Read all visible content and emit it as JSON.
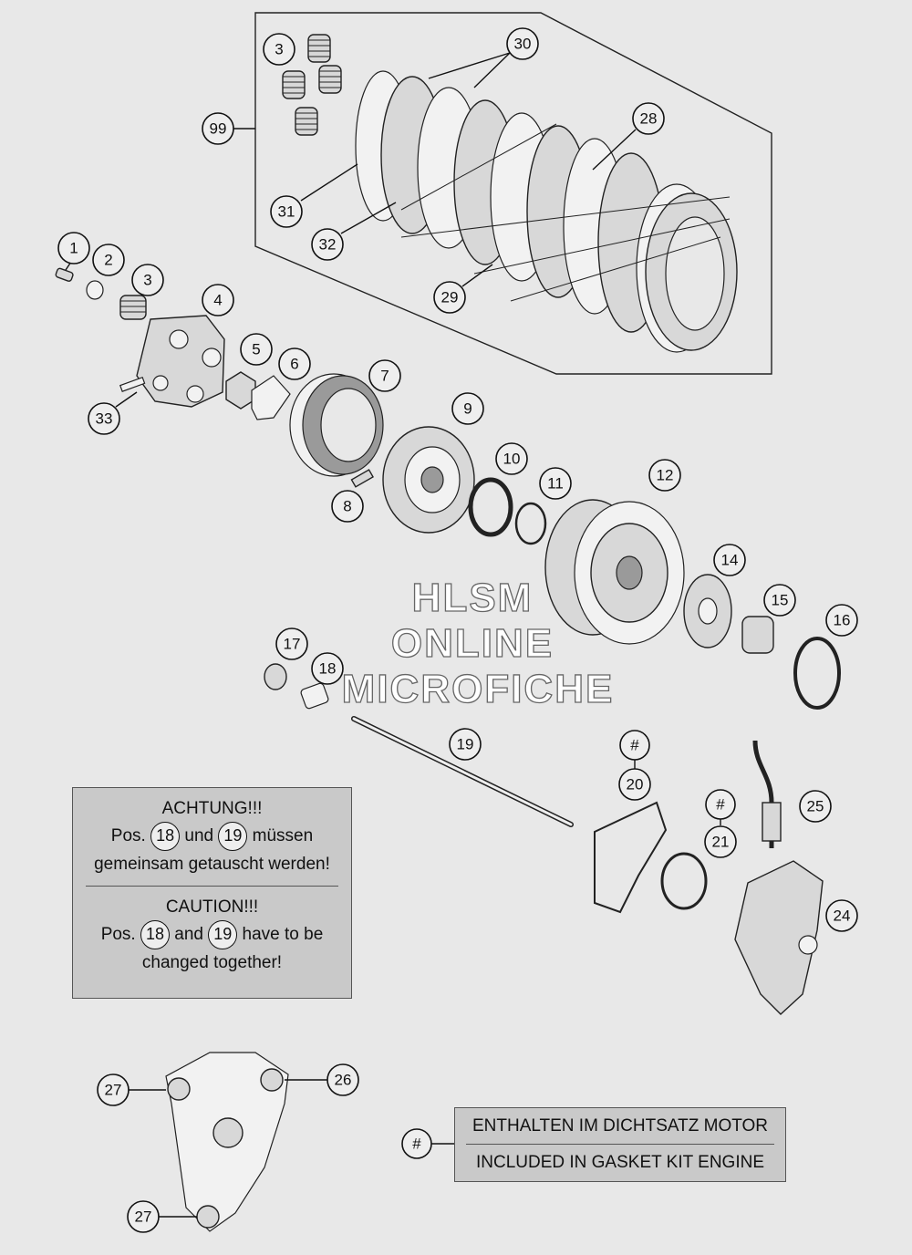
{
  "watermark": {
    "line1": "HLSM",
    "line2": "ONLINE",
    "line3": "MICROFICHE"
  },
  "callouts": [
    "1",
    "2",
    "3",
    "3",
    "4",
    "5",
    "6",
    "7",
    "8",
    "9",
    "10",
    "11",
    "12",
    "14",
    "15",
    "16",
    "17",
    "18",
    "19",
    "#",
    "20",
    "#",
    "21",
    "24",
    "25",
    "26",
    "27",
    "27",
    "28",
    "29",
    "30",
    "31",
    "32",
    "33",
    "99",
    "#"
  ],
  "notice": {
    "de_heading": "ACHTUNG!!!",
    "de_pos": "Pos.",
    "de_ref1": "18",
    "de_and": "und",
    "de_ref2": "19",
    "de_verb": "müssen",
    "de_line2": "gemeinsam getauscht werden!",
    "en_heading": "CAUTION!!!",
    "en_pos": "Pos.",
    "en_ref1": "18",
    "en_and": "and",
    "en_ref2": "19",
    "en_verb": "have to be",
    "en_line2": "changed together!"
  },
  "gasket_kit": {
    "de": "ENTHALTEN IM DICHTSATZ MOTOR",
    "en": "INCLUDED IN GASKET KIT ENGINE"
  }
}
